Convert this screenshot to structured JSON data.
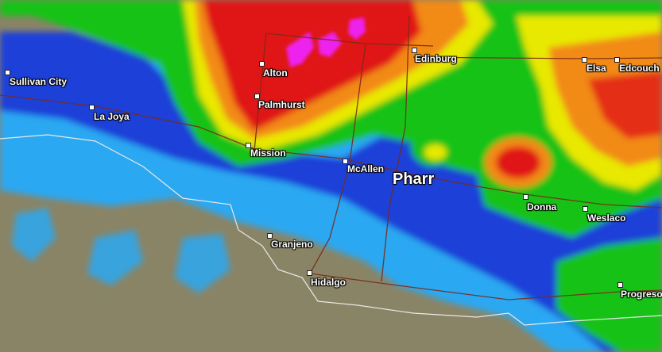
{
  "map": {
    "cities": [
      {
        "id": "sullivan-city",
        "name": "Sullivan City",
        "major": false
      },
      {
        "id": "la-joya",
        "name": "La Joya",
        "major": false
      },
      {
        "id": "alton",
        "name": "Alton",
        "major": false
      },
      {
        "id": "palmhurst",
        "name": "Palmhurst",
        "major": false
      },
      {
        "id": "mission",
        "name": "Mission",
        "major": false
      },
      {
        "id": "mcallen",
        "name": "McAllen",
        "major": false
      },
      {
        "id": "pharr",
        "name": "Pharr",
        "major": true
      },
      {
        "id": "edinburg",
        "name": "Edinburg",
        "major": false
      },
      {
        "id": "elsa",
        "name": "Elsa",
        "major": false
      },
      {
        "id": "edcouch",
        "name": "Edcouch",
        "major": false
      },
      {
        "id": "donna",
        "name": "Donna",
        "major": false
      },
      {
        "id": "weslaco",
        "name": "Weslaco",
        "major": false
      },
      {
        "id": "granjeno",
        "name": "Granjeno",
        "major": false
      },
      {
        "id": "hidalgo",
        "name": "Hidalgo",
        "major": false
      },
      {
        "id": "progreso",
        "name": "Progreso",
        "major": false
      }
    ],
    "colors": {
      "ground_clutter": "#8a8466",
      "light_rain": "#2aa8f2",
      "moderate_rain": "#1f3fd8",
      "heavy_rain": "#18c218",
      "very_heavy": "#e8e800",
      "intense": "#f28a14",
      "extreme": "#e01818",
      "hail": "#ee22ee",
      "roads": "#7a2a1a",
      "border": "#e8e8e8"
    }
  }
}
